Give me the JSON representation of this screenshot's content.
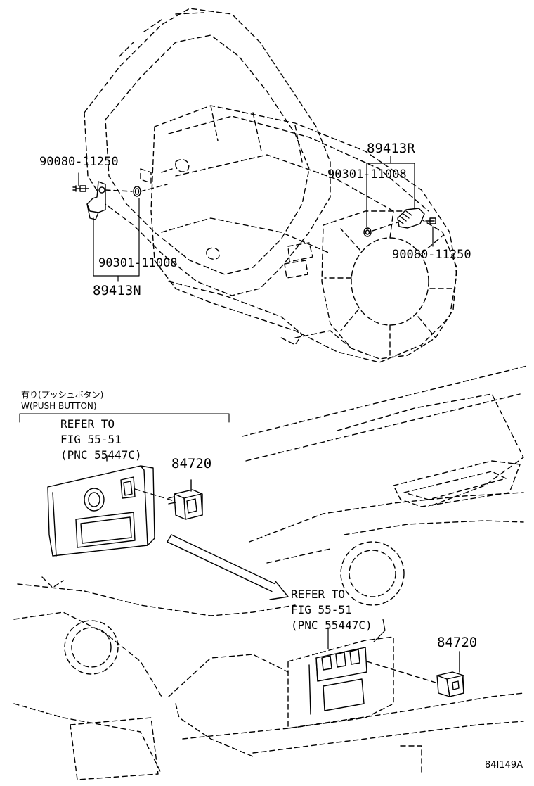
{
  "parts": {
    "sensor_left_bolt": "90080-11250",
    "sensor_left_oring": "90301-11008",
    "sensor_left": "89413N",
    "sensor_right": "89413R",
    "sensor_right_oring": "90301-11008",
    "sensor_right_bolt": "90080-11250",
    "switch_detail": "84720",
    "switch_dash": "84720"
  },
  "option_note": {
    "japanese": "有り(プッシュボタン)",
    "english": "W(PUSH BUTTON)"
  },
  "refer_detail": "REFER TO\nFIG 55-51\n(PNC 55447C)",
  "refer_dash": "REFER TO\nFIG 55-51\n(PNC 55447C)",
  "illustration_code": "84I149A"
}
